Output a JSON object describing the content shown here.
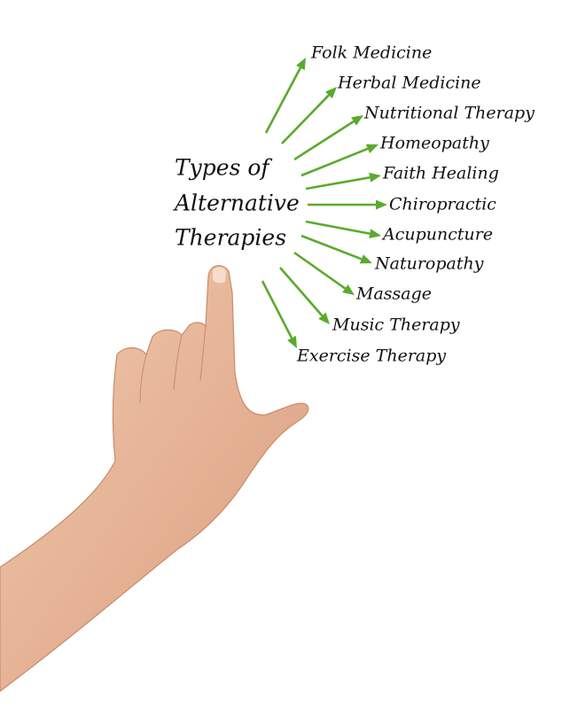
{
  "title_lines": [
    "Types of",
    "Alternative",
    "Therapies"
  ],
  "items": [
    "Folk Medicine",
    "Herbal Medicine",
    "Nutritional Therapy",
    "Homeopathy",
    "Faith Healing",
    "Chiropractic",
    "Acupuncture",
    "Naturopathy",
    "Massage",
    "Music Therapy",
    "Exercise Therapy"
  ],
  "colors": {
    "arrow": "#5aaa2e",
    "skin": "#eab79a",
    "skin_shadow": "#c98f73",
    "text": "#111111"
  }
}
